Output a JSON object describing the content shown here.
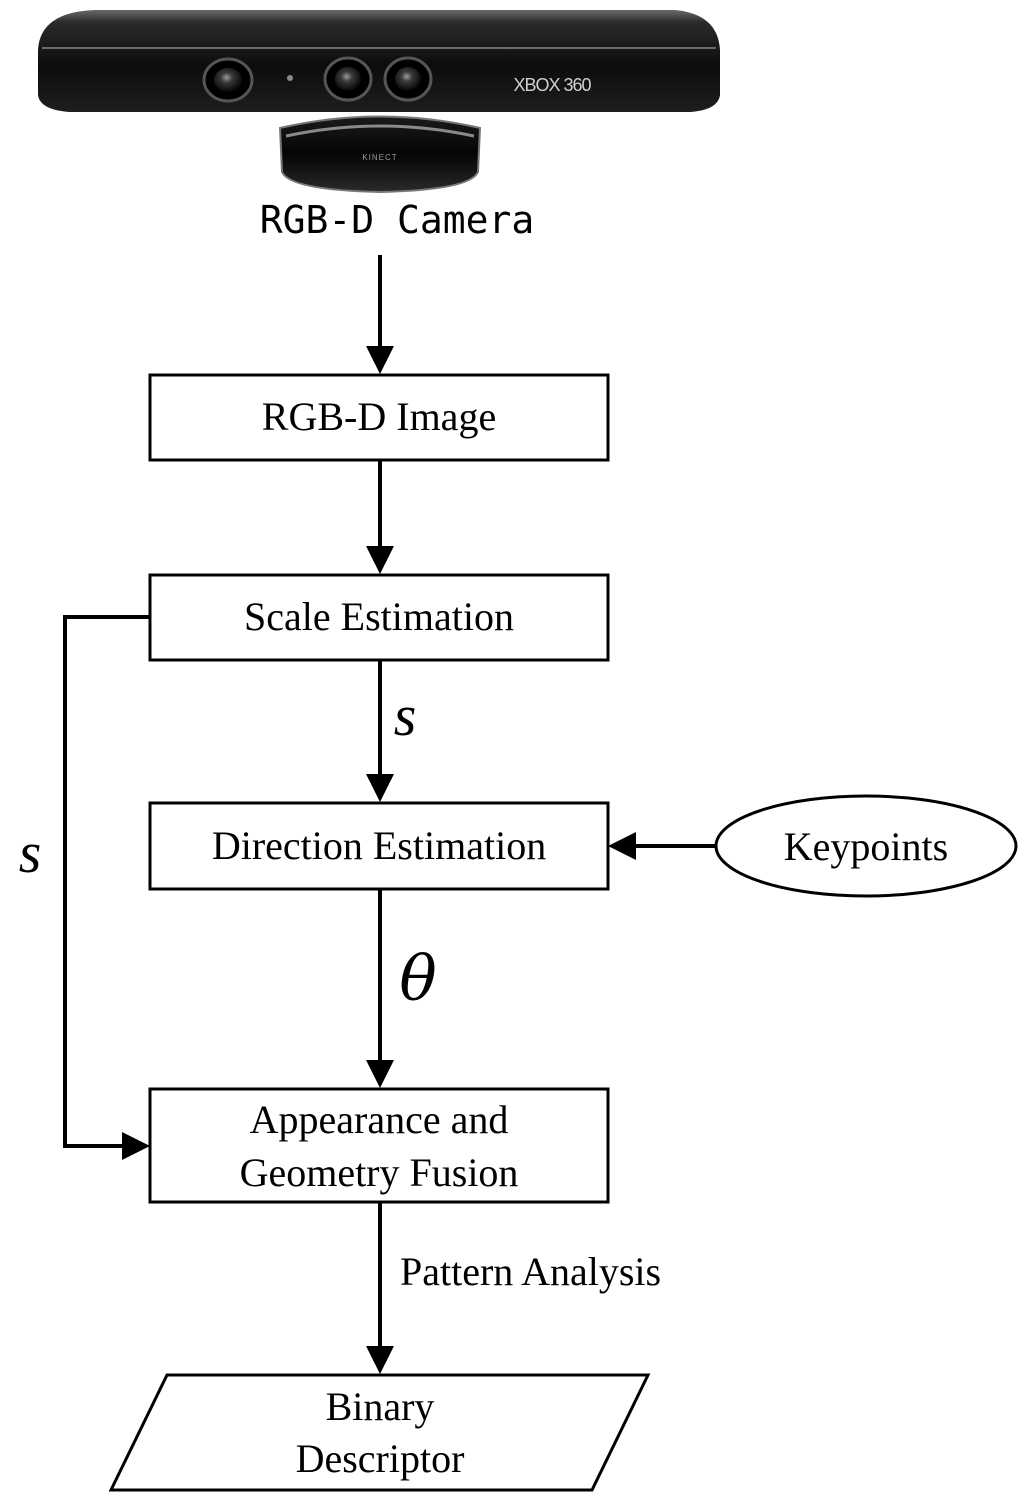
{
  "camera": {
    "label": "RGB-D Camera",
    "device_brand": "XBOX 360",
    "device_base_text": "KINECT"
  },
  "nodes": {
    "rgbd_image": "RGB-D Image",
    "scale_estimation": "Scale Estimation",
    "direction_estimation": "Direction Estimation",
    "keypoints": "Keypoints",
    "fusion_line1": "Appearance and",
    "fusion_line2": "Geometry Fusion",
    "descriptor_line1": "Binary",
    "descriptor_line2": "Descriptor"
  },
  "edge_labels": {
    "scale_to_direction": "s",
    "scale_to_fusion": "s",
    "direction_to_fusion": "θ",
    "fusion_to_descriptor": "Pattern Analysis"
  }
}
